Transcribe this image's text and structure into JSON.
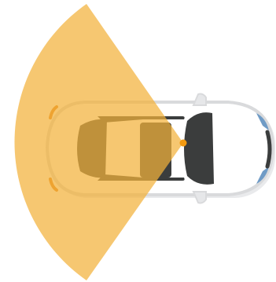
{
  "illustration": {
    "subject": "car-top-view",
    "overlay": "sensor-field-of-view-cone",
    "colors": {
      "background": "#ffffff",
      "car_body": "#ffffff",
      "car_outline": "#d9dadc",
      "car_shadow": "#e9eaec",
      "windows": "#3b3d3d",
      "mirror": "#e6e7e9",
      "headlight": "#6f9bc6",
      "cone_fill": "#f3b23a",
      "cone_opacity": 0.72,
      "sensor_point": "#f29a12",
      "rear_light": "#e07d1c"
    }
  }
}
